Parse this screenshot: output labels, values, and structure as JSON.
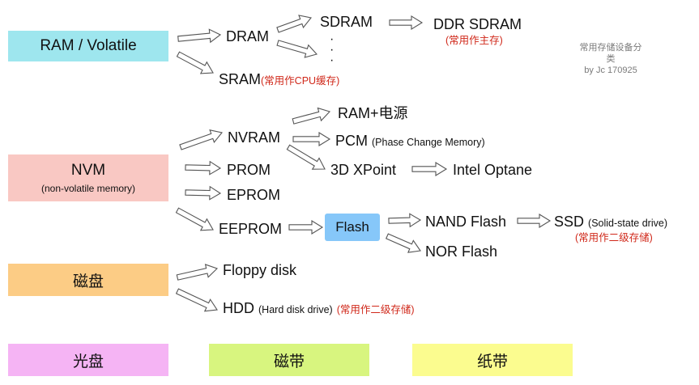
{
  "credit": {
    "line1": "常用存储设备分类",
    "line2": "by Jc 170925"
  },
  "categories": {
    "ram": "RAM / Volatile",
    "nvm": "NVM",
    "nvm_sub": "(non-volatile memory)",
    "disk": "磁盘",
    "optical": "光盘",
    "tape": "磁带",
    "paper": "纸带"
  },
  "nodes": {
    "dram": "DRAM",
    "sdram": "SDRAM",
    "dots": "· · ·",
    "ddr_sdram": "DDR SDRAM",
    "ddr_note": "(常用作主存)",
    "sram": "SRAM",
    "sram_note": "(常用作CPU缓存)",
    "nvram": "NVRAM",
    "ram_power": "RAM+电源",
    "pcm": "PCM",
    "pcm_sub": "(Phase Change Memory)",
    "xpoint": "3D XPoint",
    "optane": "Intel Optane",
    "prom": "PROM",
    "eprom": "EPROM",
    "eeprom": "EEPROM",
    "flash": "Flash",
    "nand": "NAND Flash",
    "nor": "NOR Flash",
    "ssd": "SSD",
    "ssd_sub": "(Solid-state drive)",
    "ssd_note": "(常用作二级存储)",
    "floppy": "Floppy disk",
    "hdd": "HDD",
    "hdd_sub": "(Hard disk drive)",
    "hdd_note": "(常用作二级存储)"
  },
  "colors": {
    "ram": "#9ee6ee",
    "nvm": "#f9c8c3",
    "disk": "#fccc85",
    "optical": "#f5b4f4",
    "tape": "#d8f57f",
    "paper": "#fbfc8f",
    "flash": "#86c7f9",
    "note": "#d0281a"
  }
}
